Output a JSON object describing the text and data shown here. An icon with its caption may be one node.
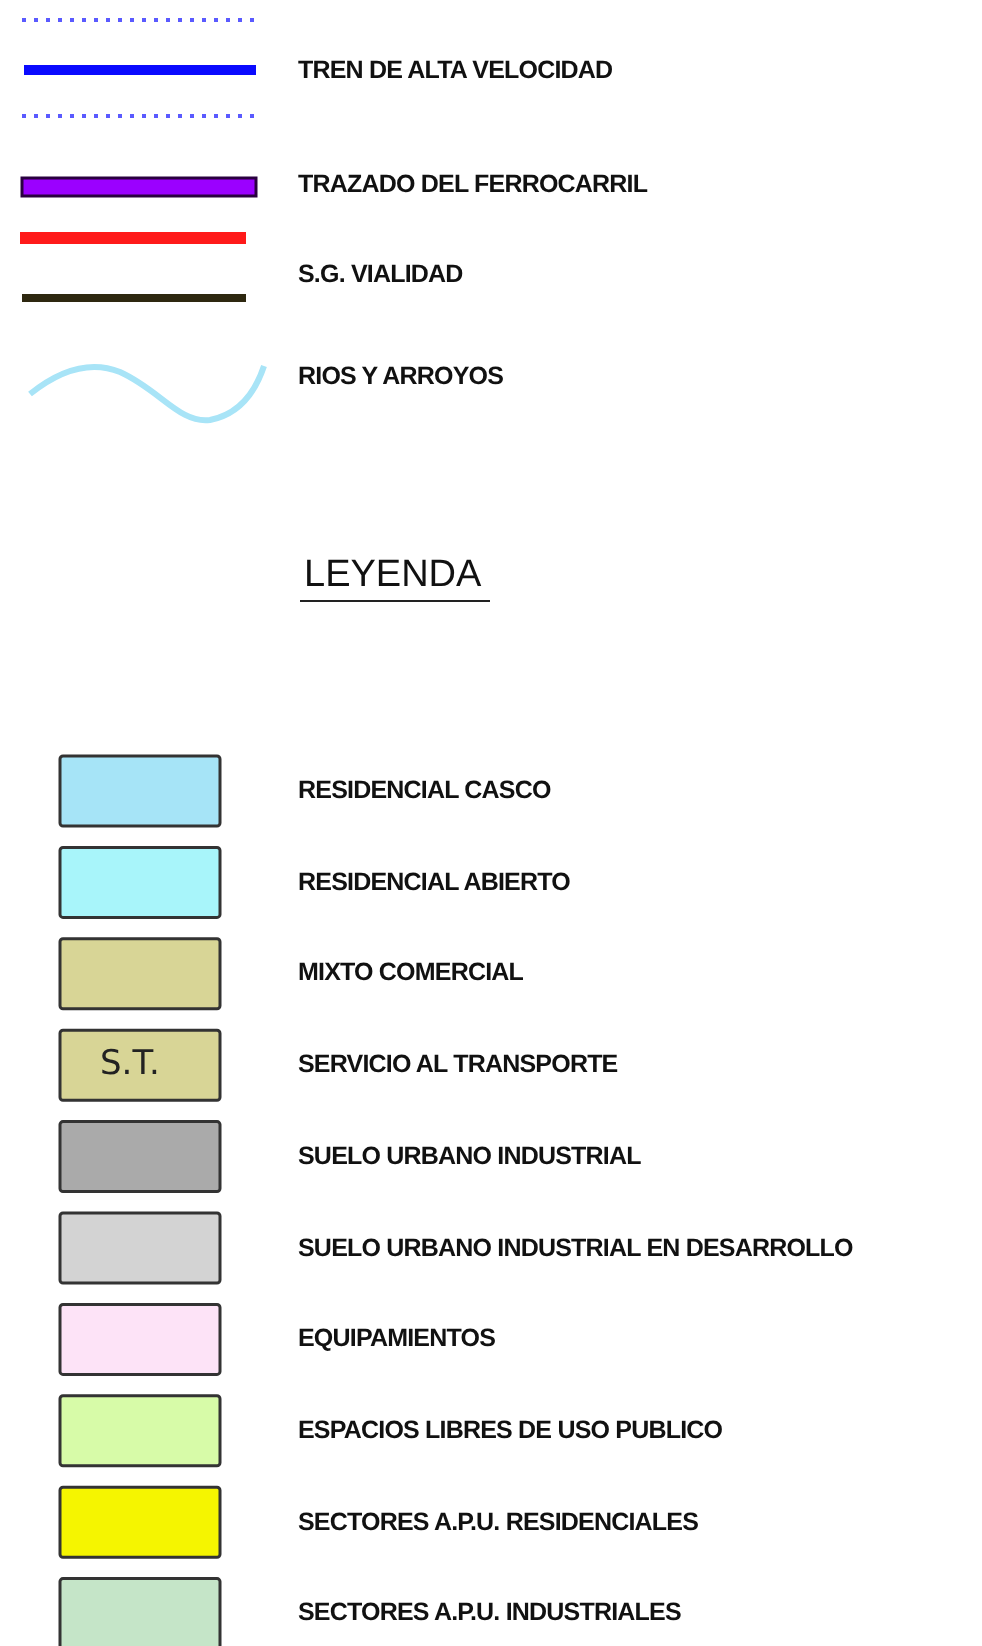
{
  "diagram": {
    "title": "LEYENDA",
    "labels": [
      "S.T."
    ],
    "legend": [
      {
        "text": "TREN DE ALTA VELOCIDAD"
      },
      {
        "text": "TRAZADO DEL FERROCARRIL"
      },
      {
        "text": "S.G. VIALIDAD"
      },
      {
        "text": "RIOS Y ARROYOS"
      },
      {
        "text": "RESIDENCIAL CASCO",
        "color": "#a6e4f7"
      },
      {
        "text": "RESIDENCIAL ABIERTO",
        "color": "#a8f5fa"
      },
      {
        "text": "MIXTO COMERCIAL",
        "color": "#d8d596"
      },
      {
        "text": "SERVICIO AL TRANSPORTE",
        "color": "#d8d596"
      },
      {
        "text": "SUELO URBANO INDUSTRIAL",
        "color": "#aaaaaa"
      },
      {
        "text": "SUELO URBANO INDUSTRIAL EN DESARROLLO",
        "color": "#d3d3d3"
      },
      {
        "text": "EQUIPAMIENTOS",
        "color": "#fde3f7"
      },
      {
        "text": "ESPACIOS LIBRES DE USO PUBLICO",
        "color": "#d7fba8"
      },
      {
        "text": "SECTORES A.P.U. RESIDENCIALES",
        "color": "#f5f500"
      },
      {
        "text": "SECTORES A.P.U. INDUSTRIALES",
        "color": "#c5e5c8"
      }
    ]
  }
}
